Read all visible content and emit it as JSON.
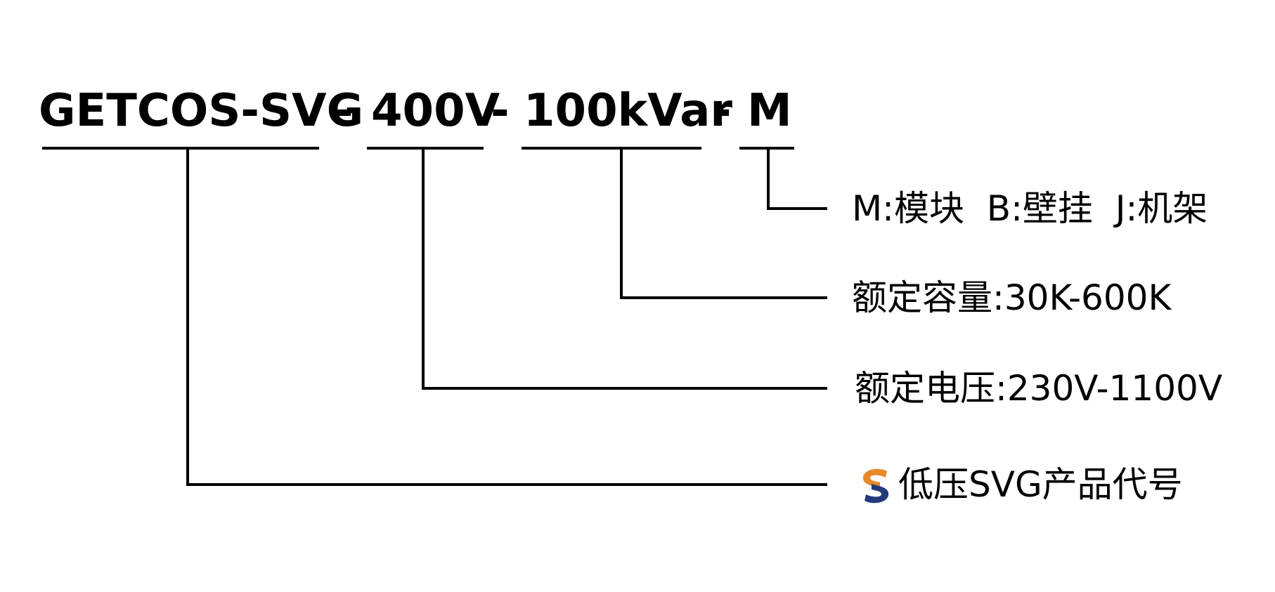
{
  "model_code": {
    "series": "GETCOS-SVG",
    "voltage": "400V",
    "capacity": "100kVar",
    "mounting": "M",
    "separator": "-"
  },
  "labels": {
    "mounting": "M:模块  B:壁挂  J:机架",
    "capacity": "额定容量:30K-600K",
    "voltage": "额定电压:230V-1100V",
    "series": "低压SVG产品代号"
  },
  "colors": {
    "logo_orange": "#E8892A",
    "logo_navy": "#233A7A",
    "line": "#000000"
  }
}
